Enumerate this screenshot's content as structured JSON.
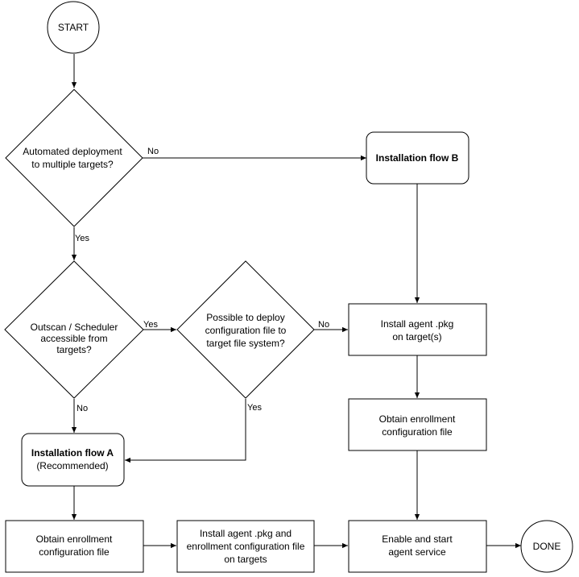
{
  "nodes": {
    "start": {
      "label": "START"
    },
    "q_automated": {
      "line1": "Automated deployment",
      "line2": "to multiple targets?"
    },
    "flow_b": {
      "label": "Installation flow B"
    },
    "q_outscan": {
      "line1": "Outscan / Scheduler",
      "line2": "accessible from",
      "line3": "targets?"
    },
    "q_possible": {
      "line1": "Possible to deploy",
      "line2": "configuration file to",
      "line3": "target file system?"
    },
    "install_pkg": {
      "line1": "Install agent .pkg",
      "line2": "on target(s)"
    },
    "obtain_right": {
      "line1": "Obtain enrollment",
      "line2": "configuration file"
    },
    "flow_a": {
      "line1": "Installation flow A",
      "line2": "(Recommended)"
    },
    "obtain_left": {
      "line1": "Obtain enrollment",
      "line2": "configuration file"
    },
    "install_pkg_cfg": {
      "line1": "Install agent .pkg and",
      "line2": "enrollment configuration file",
      "line3": "on targets"
    },
    "enable_start": {
      "line1": "Enable and start",
      "line2": "agent service"
    },
    "done": {
      "label": "DONE"
    }
  },
  "edge_labels": {
    "automated_no": "No",
    "automated_yes": "Yes",
    "outscan_yes": "Yes",
    "outscan_no": "No",
    "possible_no": "No",
    "possible_yes": "Yes"
  }
}
